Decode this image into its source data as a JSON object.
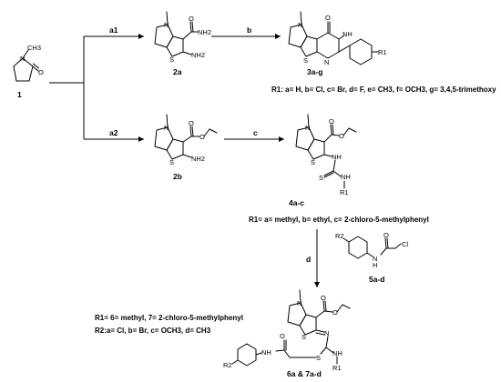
{
  "compounds": {
    "c1": "1",
    "c2a": "2a",
    "c2b": "2b",
    "c3": "3a-g",
    "c4": "4a-c",
    "c5": "5a-d",
    "c6": "6a & 7a-d"
  },
  "steps": {
    "a1": "a1",
    "a2": "a2",
    "b": "b",
    "c": "c",
    "d": "d"
  },
  "descriptions": {
    "r1_3": "R1: a= H, b= Cl, c= Br, d= F, e= CH3, f= OCH3, g= 3,4,5-trimethoxy",
    "r1_4": "R1= a= methyl, b= ethyl, c= 2-chloro-5-methylphenyl",
    "r1_67": "R1= 6= methyl, 7= 2-chloro-5-methylphenyl",
    "r2_5": "R2:a= Cl, b= Br, c= OCH3, d= CH3"
  },
  "atoms": {
    "ch3": "CH3",
    "n": "N",
    "nh": "NH",
    "nh2": "NH2",
    "h": "H",
    "o": "O",
    "s": "S",
    "cl": "Cl",
    "r1": "R1",
    "r2": "R2"
  }
}
